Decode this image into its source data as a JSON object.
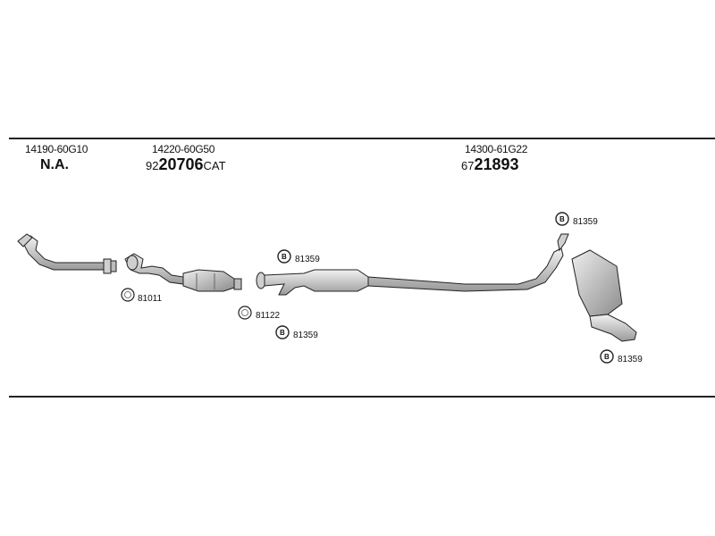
{
  "header": {
    "parts": [
      {
        "part_number": "14190-60G10",
        "code_main": "N.A.",
        "code_prefix": "",
        "code_suffix": ""
      },
      {
        "part_number": "14220-60G50",
        "code_prefix": "92",
        "code_main": "20706",
        "code_suffix": "CAT"
      },
      {
        "part_number": "14300-61G22",
        "code_prefix": "67",
        "code_main": "21893",
        "code_suffix": ""
      }
    ]
  },
  "callouts": {
    "gasket_front": {
      "label": "81011"
    },
    "bolt_mid_top": {
      "label": "81359",
      "badge": "B"
    },
    "gasket_mid": {
      "label": "81122"
    },
    "bolt_mid_bottom": {
      "label": "81359",
      "badge": "B"
    },
    "bolt_rear_top": {
      "label": "81359",
      "badge": "B"
    },
    "bolt_rear_bottom": {
      "label": "81359",
      "badge": "B"
    }
  },
  "colors": {
    "line": "#222222",
    "part_fill": "#d9d9d9",
    "part_shade": "#9a9a9a"
  }
}
